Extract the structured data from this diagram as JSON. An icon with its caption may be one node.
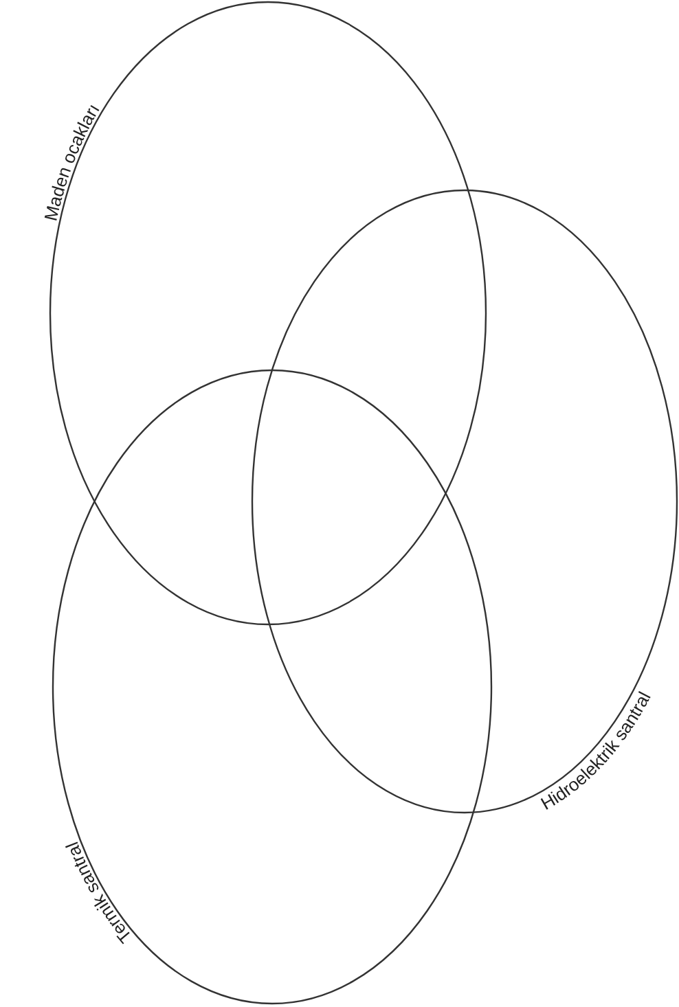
{
  "diagram": {
    "nodes": [
      {
        "text": [
          "Maden ocakları"
        ]
      },
      {
        "text": [
          "Hidroelektrik santral"
        ]
      },
      {
        "text": [
          "Termik santral"
        ]
      }
    ]
  }
}
